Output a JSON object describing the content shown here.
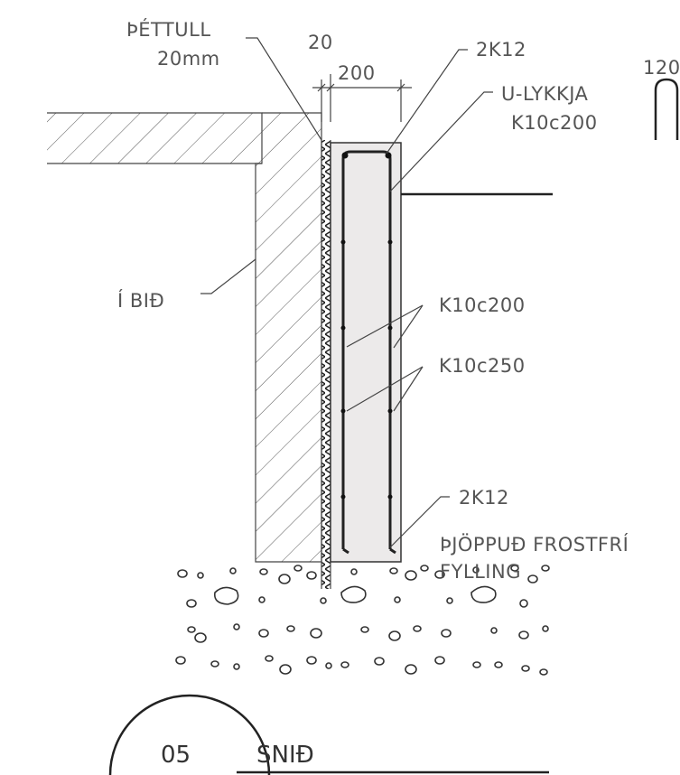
{
  "drawing": {
    "labels": {
      "membrane": "ÞÉTTULL",
      "membrane_thickness": "20mm",
      "dim_20": "20",
      "dim_200": "200",
      "top_bars": "2K12",
      "u_loop": "U-LYKKJA",
      "u_loop_spec": "K10c200",
      "u_detail_dim": "120",
      "existing": "Í BIÐ",
      "rebar_a": "K10c200",
      "rebar_b": "K10c250",
      "bottom_bars": "2K12",
      "fill_1": "ÞJÖPPUÐ FROSTFRÍ",
      "fill_2": "FYLLING"
    },
    "title_block": {
      "number": "05",
      "name": "SNIÐ"
    }
  }
}
